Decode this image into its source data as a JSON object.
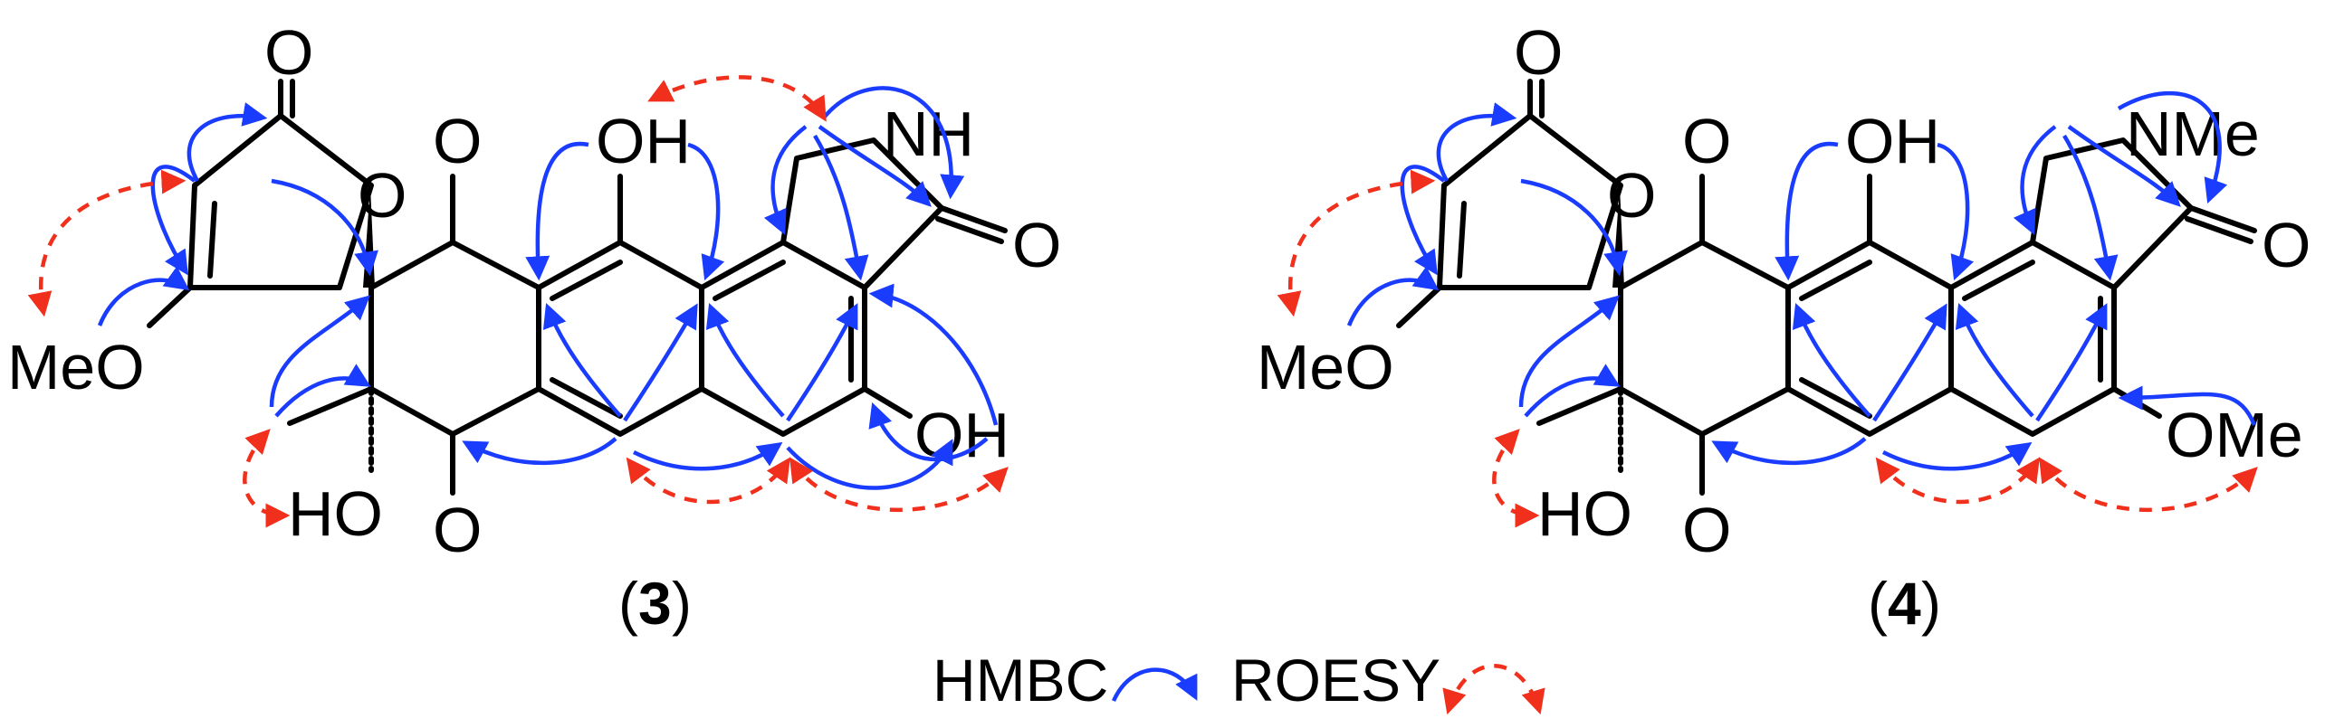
{
  "colors": {
    "hmbc": "#1a3cff",
    "roesy": "#f0301c",
    "bond": "#000000"
  },
  "compound_3": {
    "label_open": "(",
    "label_num": "3",
    "label_close": ")",
    "atoms": {
      "carbonyl_o_top": "O",
      "lactone_o": "O",
      "ketone_o_top": "O",
      "oh_top": "OH",
      "nh": "NH",
      "lactam_o": "O",
      "ome_left": "MeO",
      "oh_right": "OH",
      "ho_bottom": "HO",
      "ketone_o_bottom": "O"
    }
  },
  "compound_4": {
    "label_open": "(",
    "label_num": "4",
    "label_close": ")",
    "atoms": {
      "carbonyl_o_top": "O",
      "lactone_o": "O",
      "ketone_o_top": "O",
      "oh_top": "OH",
      "nme": "NMe",
      "lactam_o": "O",
      "ome_left": "MeO",
      "ome_right": "OMe",
      "ho_bottom": "HO",
      "ketone_o_bottom": "O"
    }
  },
  "legend": {
    "hmbc_label": "HMBC",
    "roesy_label": "ROESY",
    "hmbc_icon": "curved-arrow",
    "roesy_icon": "dashed-double-arrow"
  }
}
